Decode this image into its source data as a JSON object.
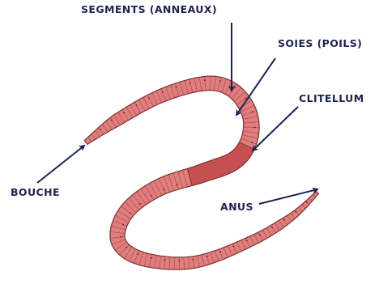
{
  "colors": {
    "body": "#e07e7e",
    "body_outline": "#7a3232",
    "ring": "#a84a4a",
    "clitellum": "#c45050",
    "label": "#1e2450",
    "arrow": "#1e2450",
    "bristle": "#5a1e1e"
  },
  "labels": {
    "segments": "SEGMENTS (ANNEAUX)",
    "soies": "SOIES (POILS)",
    "clitellum": "CLITELLUM",
    "bouche": "BOUCHE",
    "anus": "ANUS"
  }
}
